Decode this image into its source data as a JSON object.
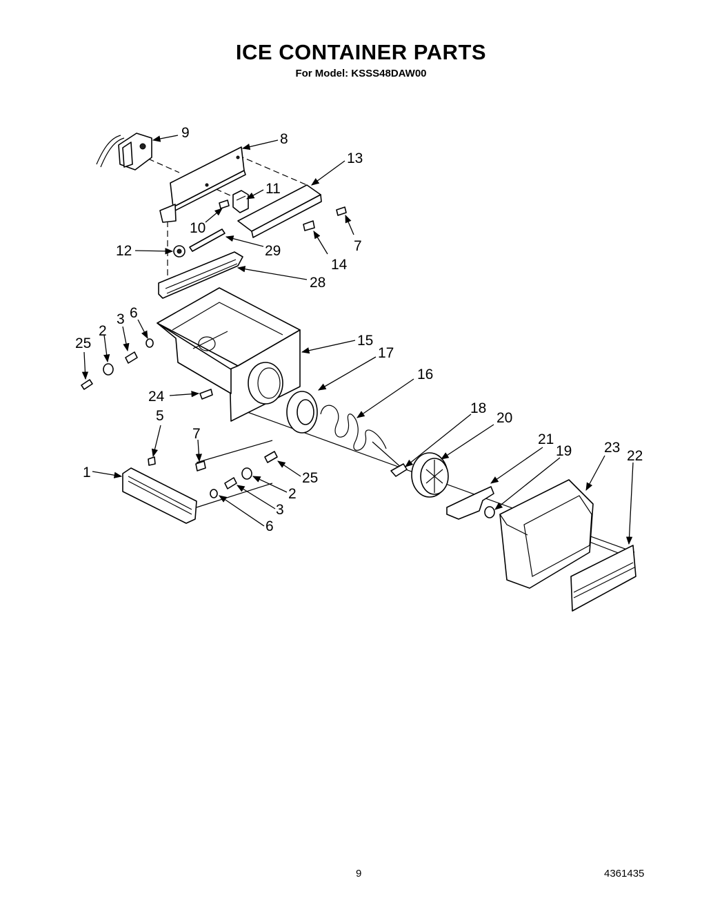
{
  "header": {
    "title": "ICE CONTAINER PARTS",
    "subtitle": "For Model: KSSS48DAW00"
  },
  "footer": {
    "page_number": "9",
    "document_number": "4361435"
  },
  "callouts": [
    {
      "id": "c9",
      "label": "9"
    },
    {
      "id": "c8",
      "label": "8"
    },
    {
      "id": "c13",
      "label": "13"
    },
    {
      "id": "c11",
      "label": "11"
    },
    {
      "id": "c10",
      "label": "10"
    },
    {
      "id": "c7a",
      "label": "7"
    },
    {
      "id": "c14",
      "label": "14"
    },
    {
      "id": "c12",
      "label": "12"
    },
    {
      "id": "c29",
      "label": "29"
    },
    {
      "id": "c28",
      "label": "28"
    },
    {
      "id": "c6a",
      "label": "6"
    },
    {
      "id": "c3a",
      "label": "3"
    },
    {
      "id": "c2a",
      "label": "2"
    },
    {
      "id": "c25a",
      "label": "25"
    },
    {
      "id": "c15",
      "label": "15"
    },
    {
      "id": "c17",
      "label": "17"
    },
    {
      "id": "c16",
      "label": "16"
    },
    {
      "id": "c24",
      "label": "24"
    },
    {
      "id": "c5",
      "label": "5"
    },
    {
      "id": "c7b",
      "label": "7"
    },
    {
      "id": "c1",
      "label": "1"
    },
    {
      "id": "c25b",
      "label": "25"
    },
    {
      "id": "c2b",
      "label": "2"
    },
    {
      "id": "c3b",
      "label": "3"
    },
    {
      "id": "c6b",
      "label": "6"
    },
    {
      "id": "c18",
      "label": "18"
    },
    {
      "id": "c20",
      "label": "20"
    },
    {
      "id": "c21",
      "label": "21"
    },
    {
      "id": "c19",
      "label": "19"
    },
    {
      "id": "c23",
      "label": "23"
    },
    {
      "id": "c22",
      "label": "22"
    }
  ]
}
